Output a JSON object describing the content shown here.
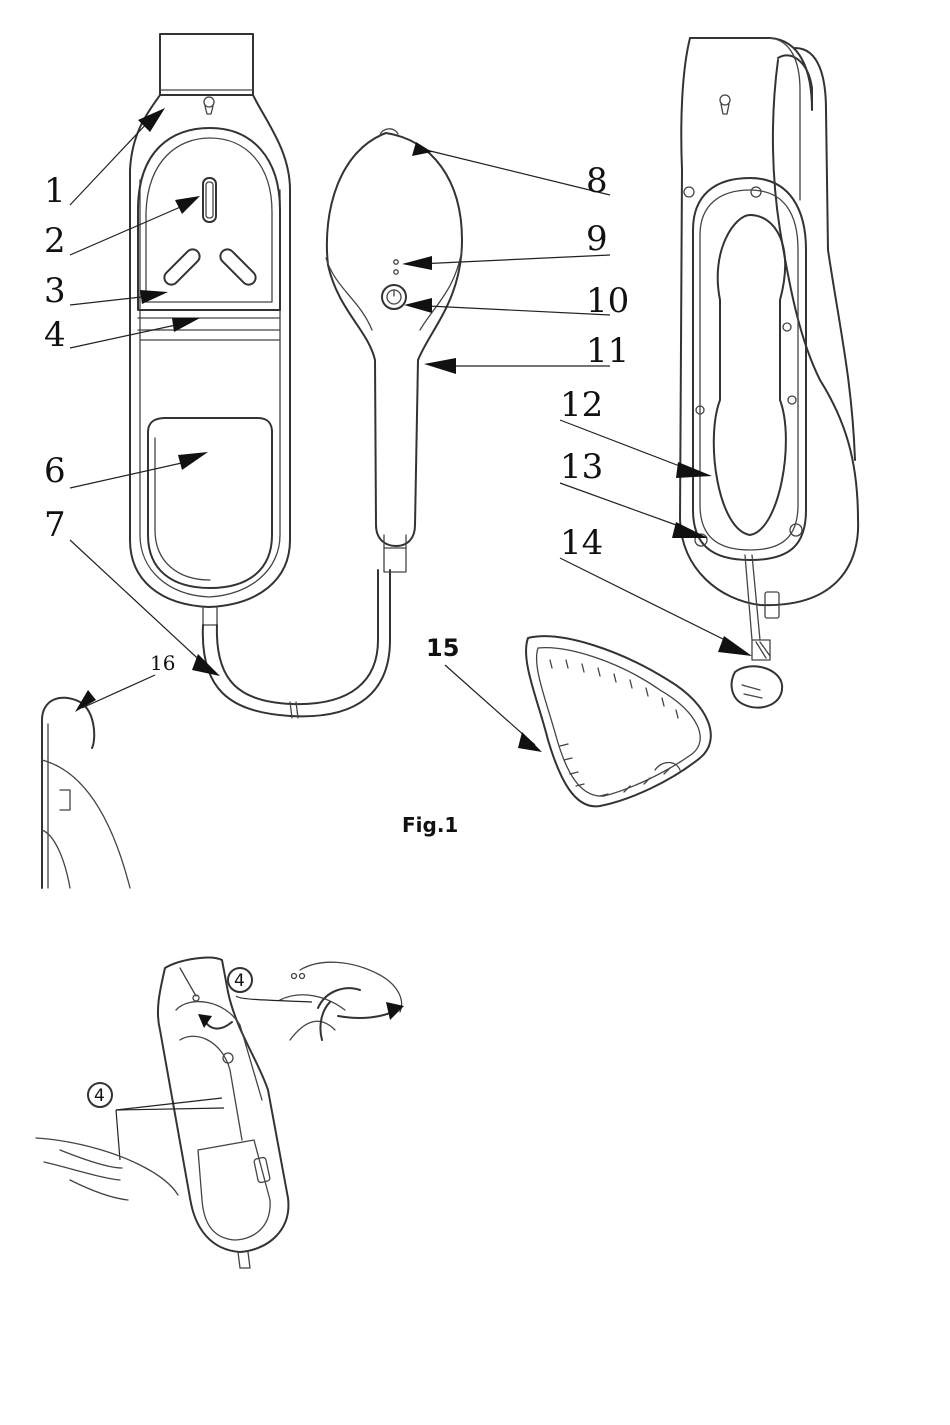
{
  "figure": {
    "caption": "Fig.1"
  },
  "callouts": [
    {
      "id": "1",
      "label": "1"
    },
    {
      "id": "2",
      "label": "2"
    },
    {
      "id": "3",
      "label": "3"
    },
    {
      "id": "4",
      "label": "4"
    },
    {
      "id": "6",
      "label": "6"
    },
    {
      "id": "7",
      "label": "7"
    },
    {
      "id": "8",
      "label": "8"
    },
    {
      "id": "9",
      "label": "9"
    },
    {
      "id": "10",
      "label": "10"
    },
    {
      "id": "11",
      "label": "11"
    },
    {
      "id": "12",
      "label": "12"
    },
    {
      "id": "13",
      "label": "13"
    },
    {
      "id": "14",
      "label": "14"
    },
    {
      "id": "15",
      "label": "15"
    },
    {
      "id": "16",
      "label": "16"
    }
  ],
  "assembly": {
    "marker_top": "4",
    "marker_left": "4"
  }
}
